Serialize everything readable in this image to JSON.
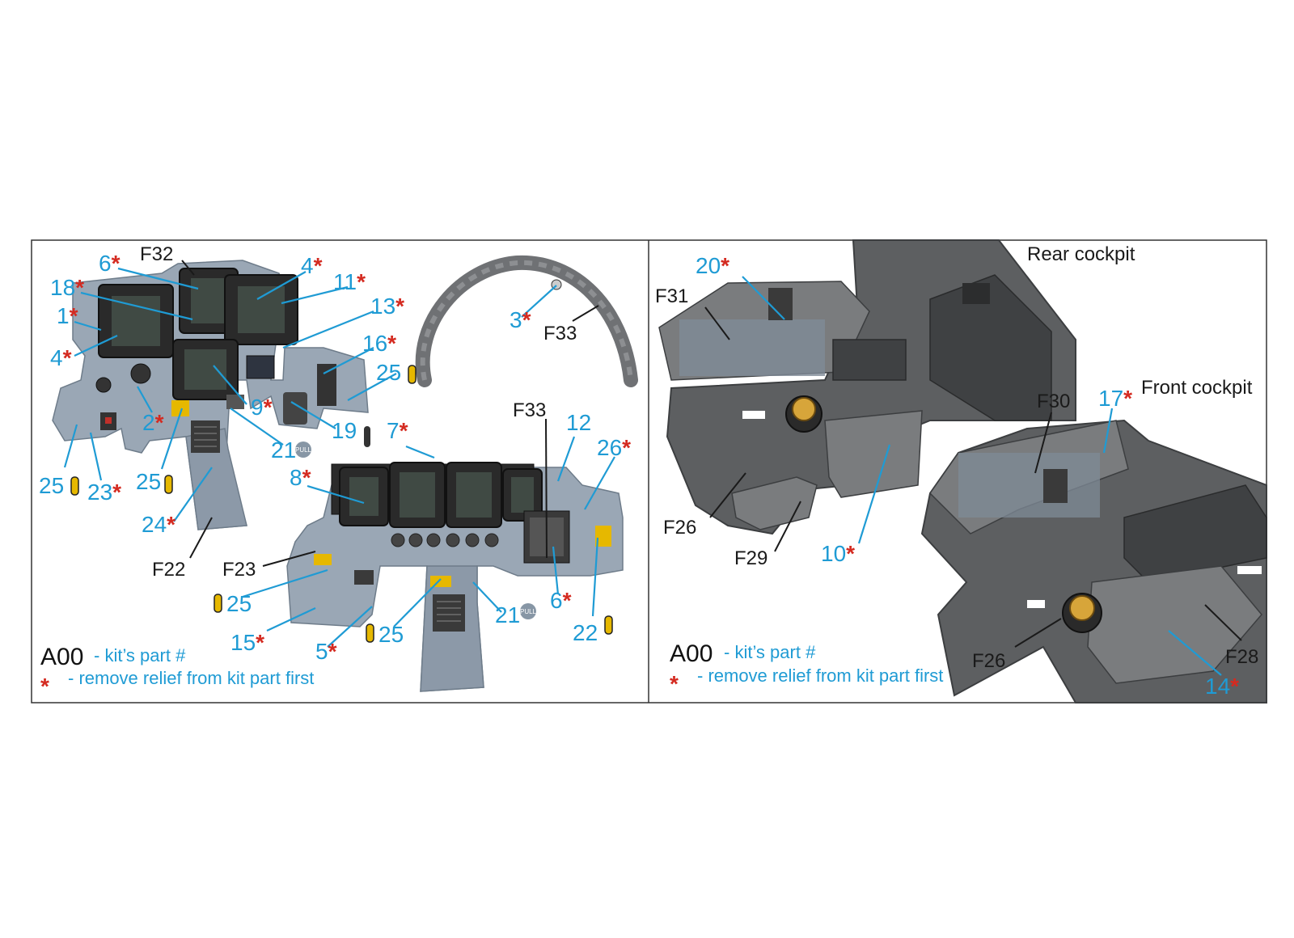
{
  "left_panel": {
    "labels": [
      {
        "num": "6",
        "star": true
      },
      {
        "num": "F32",
        "star": false
      },
      {
        "num": "4",
        "star": true
      },
      {
        "num": "18",
        "star": true
      },
      {
        "num": "11",
        "star": true
      },
      {
        "num": "1",
        "star": true
      },
      {
        "num": "13",
        "star": true
      },
      {
        "num": "4",
        "star": true
      },
      {
        "num": "16",
        "star": true
      },
      {
        "num": "25",
        "star": false
      },
      {
        "num": "9",
        "star": true
      },
      {
        "num": "2",
        "star": true
      },
      {
        "num": "21",
        "star": false
      },
      {
        "num": "19",
        "star": false
      },
      {
        "num": "25",
        "star": true
      },
      {
        "num": "25",
        "star": false
      },
      {
        "num": "23",
        "star": true
      },
      {
        "num": "24",
        "star": true
      },
      {
        "num": "F22",
        "star": false
      },
      {
        "num": "3",
        "star": true
      },
      {
        "num": "F33",
        "star": false
      },
      {
        "num": "7",
        "star": true
      },
      {
        "num": "F33",
        "star": false
      },
      {
        "num": "12",
        "star": false
      },
      {
        "num": "26",
        "star": true
      },
      {
        "num": "8",
        "star": true
      },
      {
        "num": "F23",
        "star": false
      },
      {
        "num": "25",
        "star": false
      },
      {
        "num": "6",
        "star": true
      },
      {
        "num": "21",
        "star": false
      },
      {
        "num": "15",
        "star": true
      },
      {
        "num": "5",
        "star": true
      },
      {
        "num": "25",
        "star": false
      },
      {
        "num": "22",
        "star": false
      }
    ],
    "pull_label": "PULL",
    "legend_code": "A00",
    "legend_kit": "- kit’s part #",
    "legend_star": "*",
    "legend_remove": "- remove relief from kit part first"
  },
  "right_panel": {
    "rear_title": "Rear cockpit",
    "front_title": "Front cockpit",
    "labels": [
      {
        "num": "20",
        "star": true
      },
      {
        "num": "F31",
        "star": false
      },
      {
        "num": "F26",
        "star": false
      },
      {
        "num": "F29",
        "star": false
      },
      {
        "num": "10",
        "star": true
      },
      {
        "num": "F30",
        "star": false
      },
      {
        "num": "17",
        "star": true
      },
      {
        "num": "F26",
        "star": false
      },
      {
        "num": "F28",
        "star": false
      },
      {
        "num": "14",
        "star": true
      }
    ],
    "legend_code": "A00",
    "legend_kit": "- kit’s part #",
    "legend_star": "*",
    "legend_remove": "- remove relief from kit part first"
  },
  "colors": {
    "label_blue": "#1f9bd4",
    "star_red": "#d42a20",
    "panel_gray_blue": "#9aa7b5",
    "tub_gray": "#5d5f61",
    "mfd_black": "#2a2a2a"
  }
}
